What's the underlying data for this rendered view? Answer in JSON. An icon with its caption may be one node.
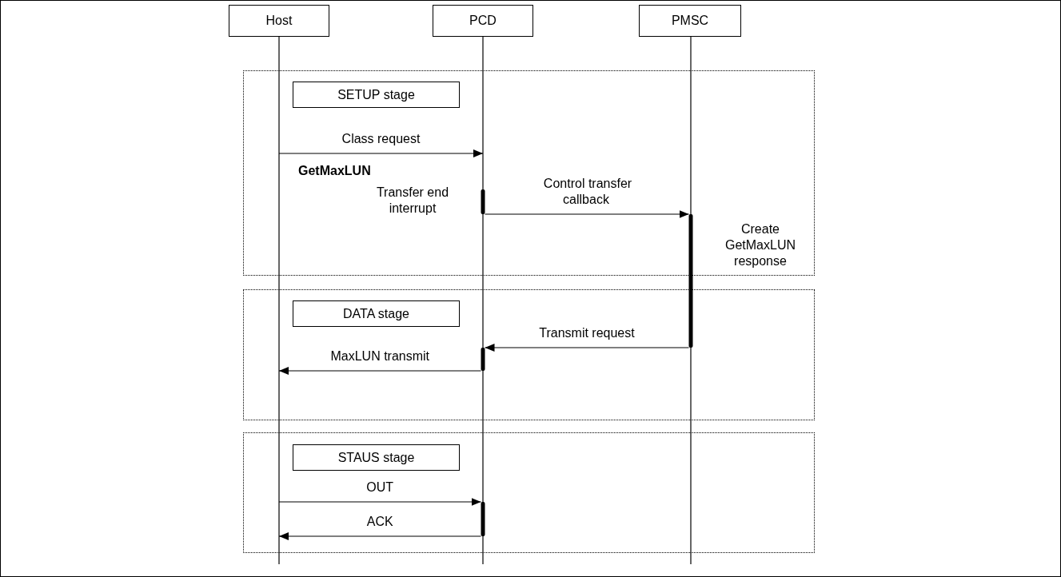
{
  "diagram": {
    "nodes": [
      {
        "text": [
          "Host"
        ]
      },
      {
        "text": [
          "PCD"
        ]
      },
      {
        "text": [
          "PMSC"
        ]
      },
      {
        "text": [],
        "shape": "box"
      },
      {
        "text": [
          "SETUP stage"
        ],
        "in": 3
      },
      {
        "text": [],
        "shape": "box"
      },
      {
        "text": [
          "DATA stage"
        ],
        "in": 5
      },
      {
        "text": [],
        "shape": "box"
      },
      {
        "text": [
          "STAUS stage"
        ],
        "in": 7
      }
    ],
    "edges": [
      {
        "from": 0,
        "to": 1,
        "arrow": "to",
        "label": "Class request"
      },
      {
        "from": 1,
        "to": 2,
        "arrow": "to",
        "label": "Control transfer callback"
      },
      {
        "from": 2,
        "to": 1,
        "arrow": "to",
        "label": "Transmit request"
      },
      {
        "from": 1,
        "to": 0,
        "arrow": "to",
        "label": "MaxLUN transmit"
      },
      {
        "from": 0,
        "to": 1,
        "arrow": "to",
        "label": "OUT"
      },
      {
        "from": 1,
        "to": 0,
        "arrow": "to",
        "label": "ACK"
      }
    ],
    "labels": [
      "GetMaxLUN",
      "Transfer end interrupt",
      "Create GetMaxLUN response"
    ]
  }
}
